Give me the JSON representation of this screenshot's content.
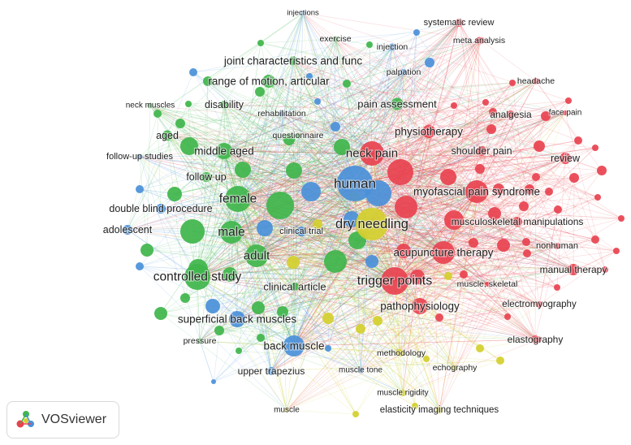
{
  "app": {
    "name": "VOSviewer"
  },
  "colors": {
    "red": "#e8424f",
    "green": "#3fb54b",
    "blue": "#4a90d9",
    "yellow": "#d4cf2e"
  },
  "nodes": [
    {
      "label": "injections",
      "cluster": "blue"
    },
    {
      "label": "systematic review",
      "cluster": "red"
    },
    {
      "label": "exercise",
      "cluster": "green"
    },
    {
      "label": "injection",
      "cluster": "blue"
    },
    {
      "label": "meta analysis",
      "cluster": "red"
    },
    {
      "label": "joint characteristics and func",
      "cluster": "green"
    },
    {
      "label": "palpation",
      "cluster": "blue"
    },
    {
      "label": "range of motion, articular",
      "cluster": "green"
    },
    {
      "label": "headache",
      "cluster": "red"
    },
    {
      "label": "neck muscles",
      "cluster": "green"
    },
    {
      "label": "disability",
      "cluster": "green"
    },
    {
      "label": "rehabilitation",
      "cluster": "blue"
    },
    {
      "label": "pain assessment",
      "cluster": "green"
    },
    {
      "label": "analgesia",
      "cluster": "red"
    },
    {
      "label": "face pain",
      "cluster": "red"
    },
    {
      "label": "questionnaire",
      "cluster": "green"
    },
    {
      "label": "physiotherapy",
      "cluster": "red"
    },
    {
      "label": "aged",
      "cluster": "green"
    },
    {
      "label": "middle aged",
      "cluster": "green"
    },
    {
      "label": "neck pain",
      "cluster": "red"
    },
    {
      "label": "shoulder pain",
      "cluster": "red"
    },
    {
      "label": "follow-up studies",
      "cluster": "blue"
    },
    {
      "label": "review",
      "cluster": "red"
    },
    {
      "label": "follow up",
      "cluster": "green"
    },
    {
      "label": "human",
      "cluster": "blue"
    },
    {
      "label": "myofascial pain syndrome",
      "cluster": "red"
    },
    {
      "label": "female",
      "cluster": "green"
    },
    {
      "label": "double blind procedure",
      "cluster": "blue"
    },
    {
      "label": "dry needling",
      "cluster": "yellow"
    },
    {
      "label": "musculoskeletal manipulations",
      "cluster": "red"
    },
    {
      "label": "adolescent",
      "cluster": "blue"
    },
    {
      "label": "male",
      "cluster": "green"
    },
    {
      "label": "clinical trial",
      "cluster": "blue"
    },
    {
      "label": "nonhuman",
      "cluster": "red"
    },
    {
      "label": "adult",
      "cluster": "green"
    },
    {
      "label": "acupuncture therapy",
      "cluster": "red"
    },
    {
      "label": "manual therapy",
      "cluster": "red"
    },
    {
      "label": "controlled study",
      "cluster": "green"
    },
    {
      "label": "trigger points",
      "cluster": "red"
    },
    {
      "label": "clinical article",
      "cluster": "green"
    },
    {
      "label": "muscle, skeletal",
      "cluster": "red"
    },
    {
      "label": "pathophysiology",
      "cluster": "red"
    },
    {
      "label": "electromyography",
      "cluster": "red"
    },
    {
      "label": "superficial back muscles",
      "cluster": "blue"
    },
    {
      "label": "elastography",
      "cluster": "red"
    },
    {
      "label": "pressure",
      "cluster": "green"
    },
    {
      "label": "back muscle",
      "cluster": "blue"
    },
    {
      "label": "methodology",
      "cluster": "yellow"
    },
    {
      "label": "upper trapezius",
      "cluster": "blue"
    },
    {
      "label": "muscle tone",
      "cluster": "blue"
    },
    {
      "label": "echography",
      "cluster": "yellow"
    },
    {
      "label": "muscle rigidity",
      "cluster": "yellow"
    },
    {
      "label": "muscle",
      "cluster": "yellow"
    },
    {
      "label": "elasticity imaging techniques",
      "cluster": "yellow"
    }
  ]
}
